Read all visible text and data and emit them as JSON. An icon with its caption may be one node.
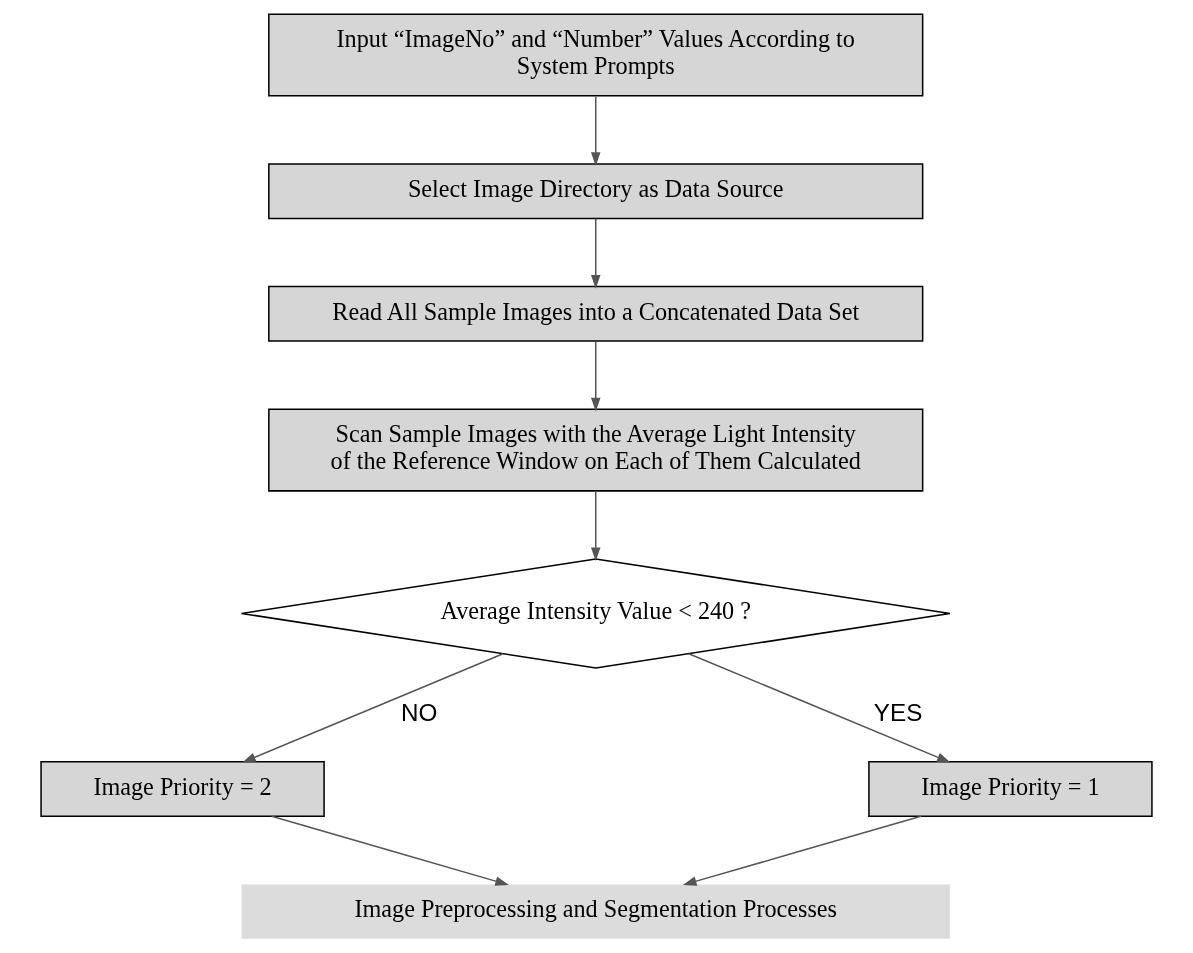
{
  "diagram": {
    "nodes": [
      {
        "text": [
          "Input “ImageNo” and “Number” Values According to System Prompts"
        ]
      },
      {
        "text": [
          "Select Image Directory as Data Source"
        ]
      },
      {
        "text": [
          "Read All Sample Images into a Concatenated Data Set"
        ]
      },
      {
        "text": [
          "Scan Sample Images with the Average Light Intensity of the Reference Window on Each of Them Calculated"
        ]
      },
      {
        "text": [
          "Average Intensity Value < 240 ?"
        ]
      },
      {
        "text": [
          "Image Priority = 2"
        ]
      },
      {
        "text": [
          "Image Priority = 1"
        ]
      },
      {
        "text": [
          "Image Preprocessing and Segmentation Processes"
        ]
      }
    ],
    "edges": [
      {
        "from": 0,
        "to": 1,
        "arrow": "to"
      },
      {
        "from": 1,
        "to": 2,
        "arrow": "to"
      },
      {
        "from": 2,
        "to": 3,
        "arrow": "to"
      },
      {
        "from": 3,
        "to": 4,
        "arrow": "to"
      },
      {
        "from": 4,
        "to": 5,
        "arrow": "to",
        "label": "NO"
      },
      {
        "from": 4,
        "to": 6,
        "arrow": "to",
        "label": "YES"
      },
      {
        "from": 5,
        "to": 7,
        "arrow": "to"
      },
      {
        "from": 6,
        "to": 7,
        "arrow": "to"
      }
    ]
  }
}
